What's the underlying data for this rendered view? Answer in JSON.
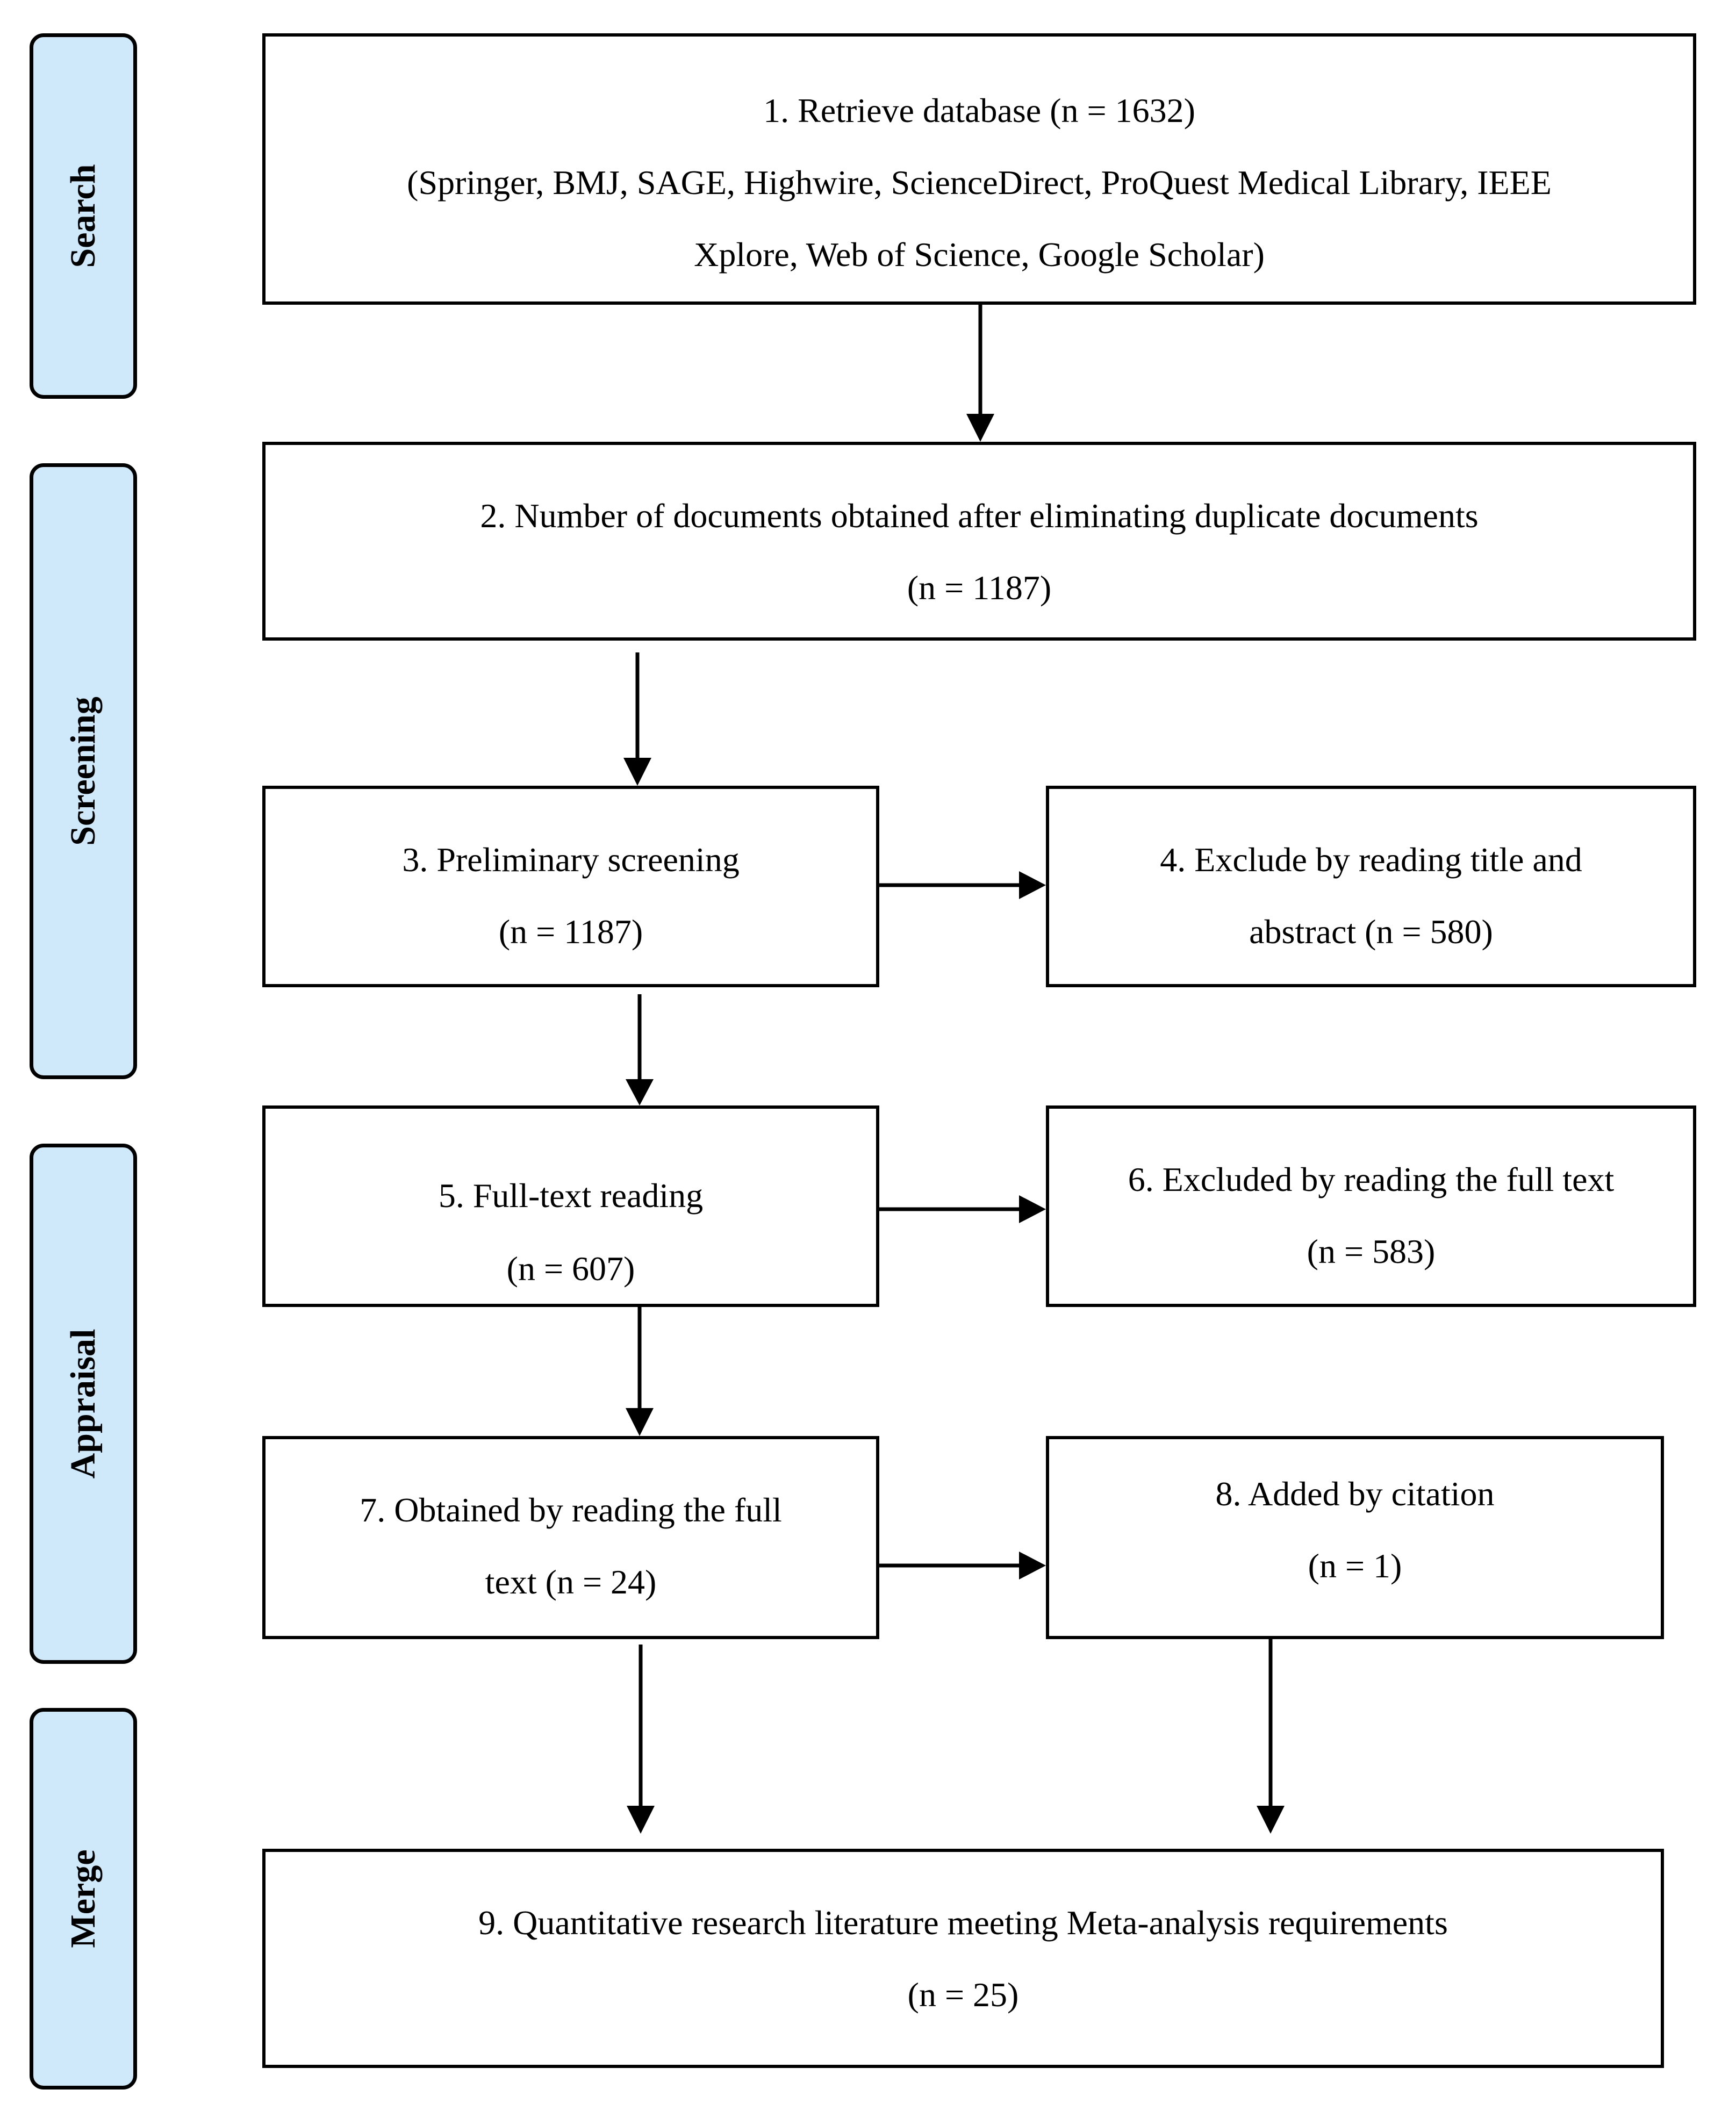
{
  "phases": {
    "search": "Search",
    "screening": "Screening",
    "appraisal": "Appraisal",
    "merge": "Merge"
  },
  "boxes": {
    "b1": {
      "line1": "1. Retrieve database (n = 1632)",
      "line2": "(Springer, BMJ, SAGE, Highwire, ScienceDirect, ProQuest Medical Library, IEEE",
      "line3": "Xplore, Web of Science, Google Scholar)"
    },
    "b2": {
      "line1": "2. Number of documents obtained after eliminating duplicate documents",
      "line2": "(n = 1187)"
    },
    "b3": {
      "line1": "3. Preliminary screening",
      "line2": "(n = 1187)"
    },
    "b4": {
      "line1": "4. Exclude by reading title and",
      "line2": "abstract (n = 580)"
    },
    "b5": {
      "line1": "5. Full-text reading",
      "line2": "(n = 607)"
    },
    "b6": {
      "line1": "6. Excluded by reading the full text",
      "line2": "(n = 583)"
    },
    "b7": {
      "line1": "7. Obtained by reading the full",
      "line2": "text (n = 24)"
    },
    "b8": {
      "line1": "8. Added by citation",
      "line2": "(n = 1)"
    },
    "b9": {
      "line1": "9. Quantitative research literature meeting Meta-analysis requirements",
      "line2": "(n = 25)"
    }
  },
  "colors": {
    "phase_fill": "#cfe9fb",
    "stroke": "#000000"
  }
}
